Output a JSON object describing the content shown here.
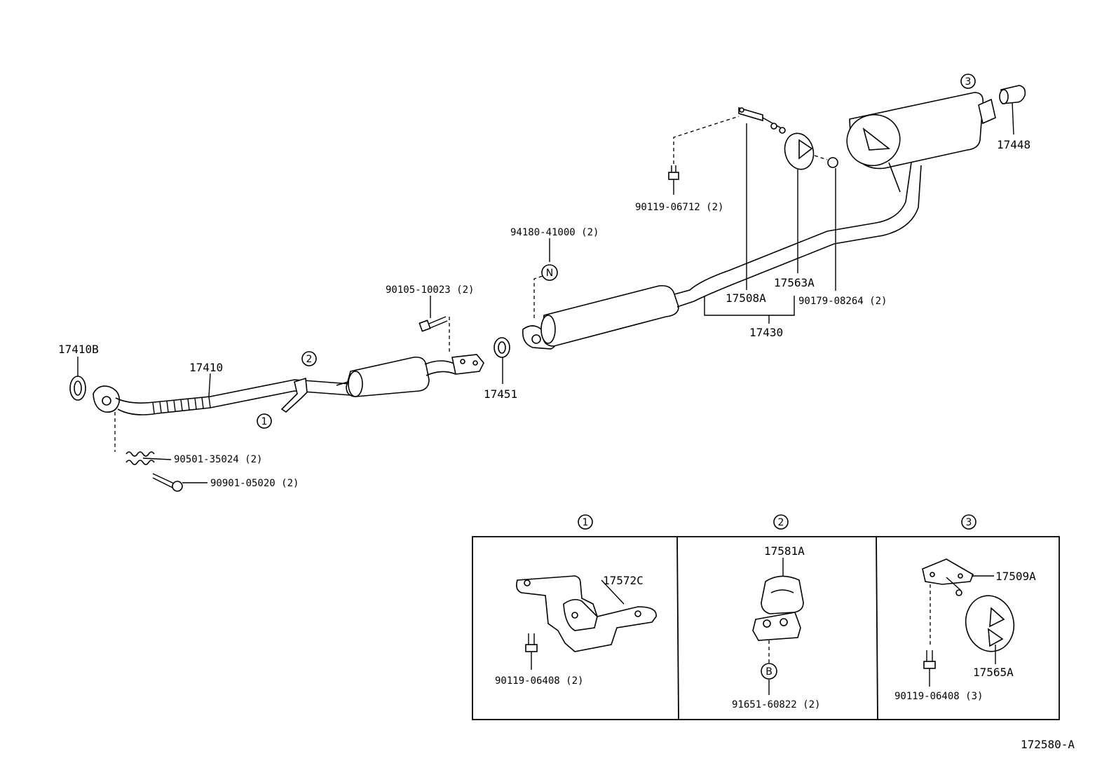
{
  "parts": {
    "p17410B": "17410B",
    "p17410": "17410",
    "p90501": "90501-35024 (2)",
    "p90901": "90901-05020 (2)",
    "p90105": "90105-10023 (2)",
    "p17451": "17451",
    "p94180": "94180-41000 (2)",
    "p90119_06712": "90119-06712 (2)",
    "p17448": "17448",
    "p17563A": "17563A",
    "p17508A": "17508A",
    "p90179": "90179-08264 (2)",
    "p17430": "17430"
  },
  "callouts": {
    "c1": "1",
    "c2": "2",
    "c3": "3",
    "cN": "N",
    "cB": "B"
  },
  "detail1": {
    "marker": "1",
    "p17572C": "17572C",
    "p90119": "90119-06408 (2)"
  },
  "detail2": {
    "marker": "2",
    "p17581A": "17581A",
    "p91651": "91651-60822 (2)"
  },
  "detail3": {
    "marker": "3",
    "p17509A": "17509A",
    "p17565A": "17565A",
    "p90119": "90119-06408 (3)"
  },
  "diagram_id": "172580-A"
}
